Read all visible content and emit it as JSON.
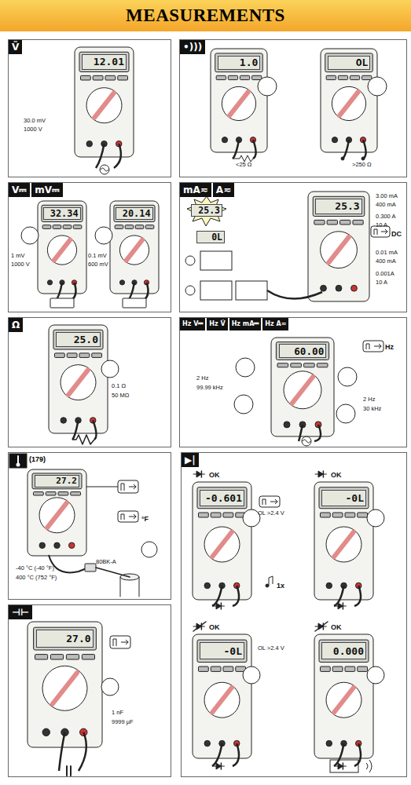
{
  "diagram": {
    "title": "MEASUREMENTS",
    "nodes": [
      {
        "text": [
          "Ṽ"
        ]
      },
      {
        "text": [
          "12.01"
        ],
        "in": 0
      },
      {
        "text": [
          "•)))"
        ]
      },
      {
        "text": [
          "1.0"
        ],
        "in": 2
      },
      {
        "text": [
          "OL"
        ],
        "in": 2
      },
      {
        "text": [
          "V⎓",
          "mV⎓"
        ]
      },
      {
        "text": [
          "32.34"
        ],
        "in": 5
      },
      {
        "text": [
          "20.14"
        ],
        "in": 5
      },
      {
        "text": [
          "mA≂",
          "A≂"
        ]
      },
      {
        "text": [
          "25.3"
        ],
        "in": 8
      },
      {
        "text": [
          "25.3"
        ],
        "in": 8
      },
      {
        "text": [
          "0L"
        ],
        "in": 8
      },
      {
        "text": [
          "Ω"
        ]
      },
      {
        "text": [
          "25.0"
        ],
        "in": 12
      },
      {
        "text": [
          "Hz V⎓",
          "Hz Ṽ",
          "Hz mA⎓",
          "Hz A≂"
        ]
      },
      {
        "text": [
          "60.00"
        ],
        "in": 14
      },
      {
        "text": [
          "(179)"
        ]
      },
      {
        "text": [
          "27.2"
        ],
        "in": 16
      },
      {
        "text": [
          "▶|"
        ]
      },
      {
        "text": [
          "-0.601"
        ],
        "in": 18
      },
      {
        "text": [
          "-0L"
        ],
        "in": 18
      },
      {
        "text": [
          "-0L"
        ],
        "in": 18
      },
      {
        "text": [
          "0.000"
        ],
        "in": 18
      },
      {
        "text": [
          "⊣⊢"
        ]
      },
      {
        "text": [
          "27.0"
        ],
        "in": 23
      }
    ],
    "labels": [
      "30.0 mV",
      "1000 V",
      "<25 Ω",
      ">250 Ω",
      "1 mV",
      "1000 V",
      "0.1 mV",
      "600 mV",
      "3.00 mA",
      "400 mA",
      "0.300 A",
      "10 A",
      "DC",
      "0.01 mA",
      "400 mA",
      "0.001A",
      "10 A",
      "0.1 Ω",
      "50 MΩ",
      "Hz",
      "2 Hz",
      "99.99 kHz",
      "2 Hz",
      "30 kHz",
      "°F",
      "-40 °C (-40 °F)",
      "400 °C (752 °F)",
      "80BK-A",
      "OK",
      "OK",
      "OL >2.4 V",
      "1x",
      "OK",
      "OL >2.4 V",
      "OK",
      "1 nF",
      "9999 µF"
    ]
  }
}
